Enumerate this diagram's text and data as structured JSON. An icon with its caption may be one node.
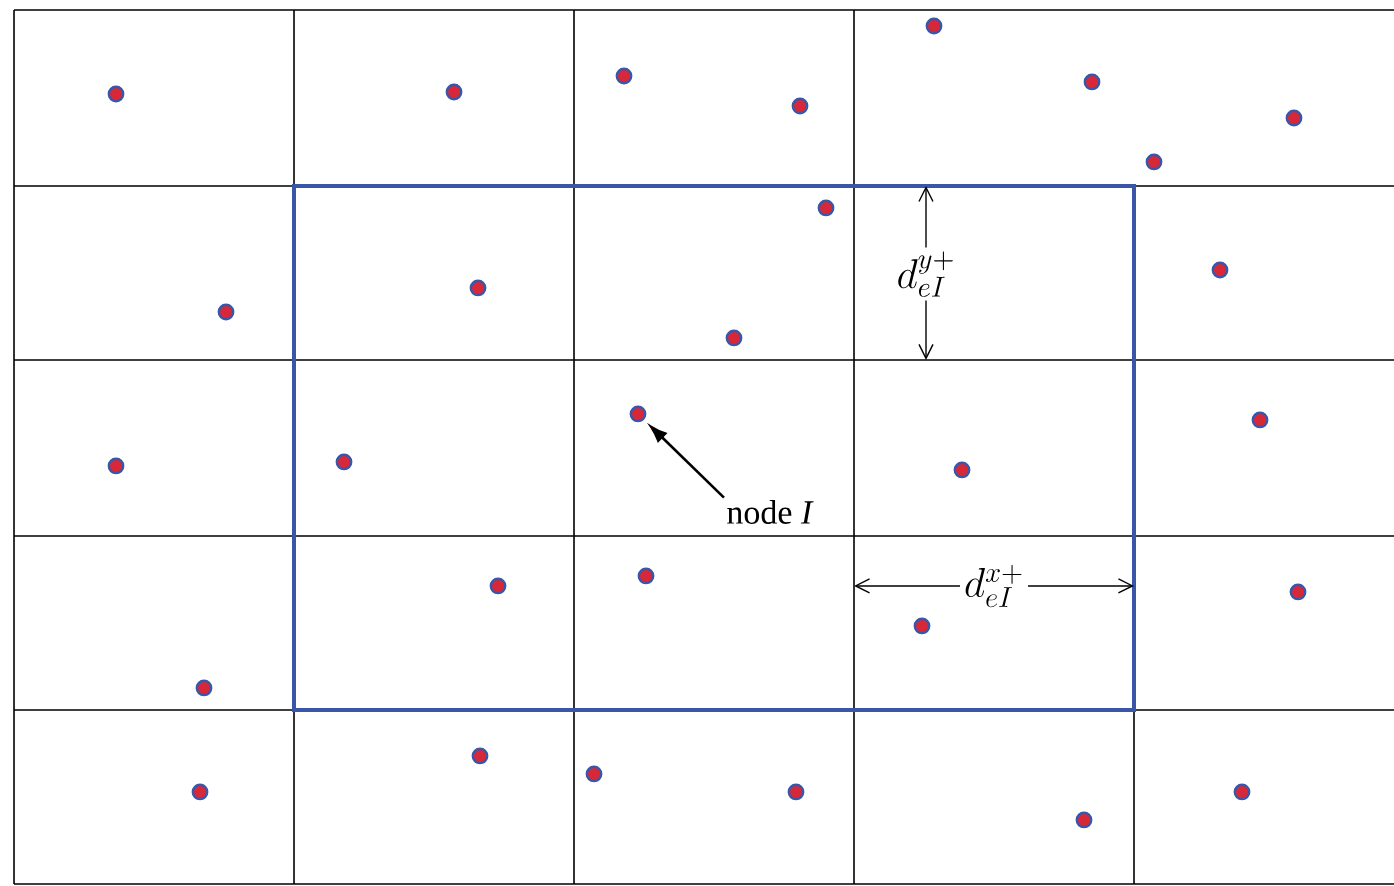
{
  "diagram": {
    "nodes": [
      {
        "text": [
          "node *I*"
        ]
      },
      {
        "text": [],
        "shape": "circle"
      }
    ],
    "edges": [
      {
        "from": 0,
        "to": 1,
        "arrow": "to"
      }
    ],
    "labels": [
      "d_{eI}^{y+}",
      "d_{eI}^{x+}"
    ]
  }
}
